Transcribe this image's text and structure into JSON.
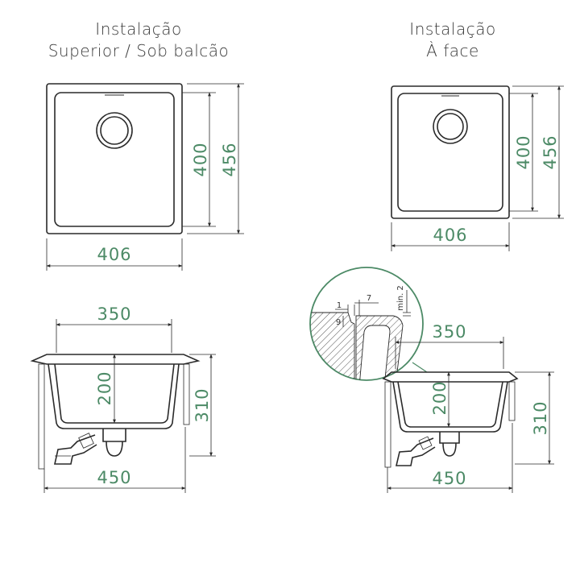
{
  "installations": [
    {
      "title_line1": "Instalação",
      "title_line2": "Superior / Sob balcão",
      "top_view": {
        "width": "406",
        "inner_depth": "400",
        "outer_depth": "456"
      },
      "section_view": {
        "inner_width": "350",
        "bowl_depth": "200",
        "total_height": "310",
        "outer_width": "450"
      }
    },
    {
      "title_line1": "Instalação",
      "title_line2": "À face",
      "top_view": {
        "width": "406",
        "inner_depth": "400",
        "outer_depth": "456"
      },
      "section_view": {
        "inner_width": "350",
        "bowl_depth": "200",
        "total_height": "310",
        "outer_width": "450"
      },
      "detail": {
        "d1": "1",
        "d7": "7",
        "d9": "9",
        "min": "min. 2"
      }
    }
  ],
  "colors": {
    "dimension_text": "#4c8a66",
    "detail_circle": "#4c8a66",
    "line": "#2a2a2a"
  }
}
